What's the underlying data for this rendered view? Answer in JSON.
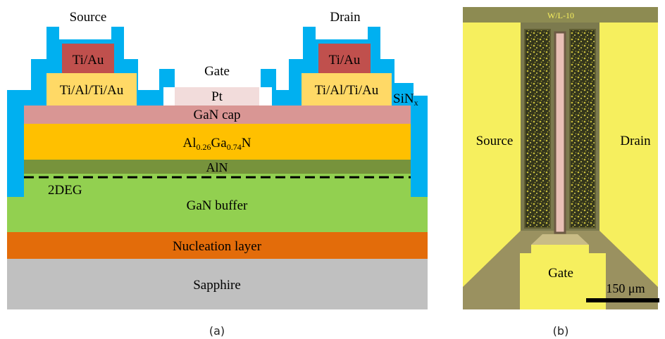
{
  "panel_a": {
    "source": "Source",
    "drain": "Drain",
    "gate": "Gate",
    "ohmic_top_left": "Ti/Au",
    "ohmic_top_right": "Ti/Au",
    "ohmic_bottom_left": "Ti/Al/Ti/Au",
    "ohmic_bottom_right": "Ti/Al/Ti/Au",
    "gate_metal": "Pt",
    "passivation_main": "SiN",
    "passivation_sub": "x",
    "gan_cap": "GaN cap",
    "barrier_al": "Al",
    "barrier_al_sub": "0.26",
    "barrier_ga": "Ga",
    "barrier_ga_sub": "0.74",
    "barrier_n": "N",
    "spacer": "AlN",
    "channel_label": "2DEG",
    "buffer": "GaN buffer",
    "nucleation": "Nucleation layer",
    "substrate": "Sapphire",
    "caption": "(a)"
  },
  "panel_b": {
    "top_mark": "W/L-10",
    "source": "Source",
    "drain": "Drain",
    "gate": "Gate",
    "scale_bar": "150 μm",
    "caption": "(b)"
  },
  "colors": {
    "sapphire": "#c0c0c0",
    "nucleation": "#e36c0a",
    "buffer": "#92d050",
    "aln": "#77933c",
    "algan": "#ffc000",
    "gan_cap": "#d99694",
    "ohmic_bottom": "#ffd966",
    "ohmic_top": "#c0504d",
    "gate_pt": "#f2dcdb",
    "sin": "#00b0f0"
  }
}
